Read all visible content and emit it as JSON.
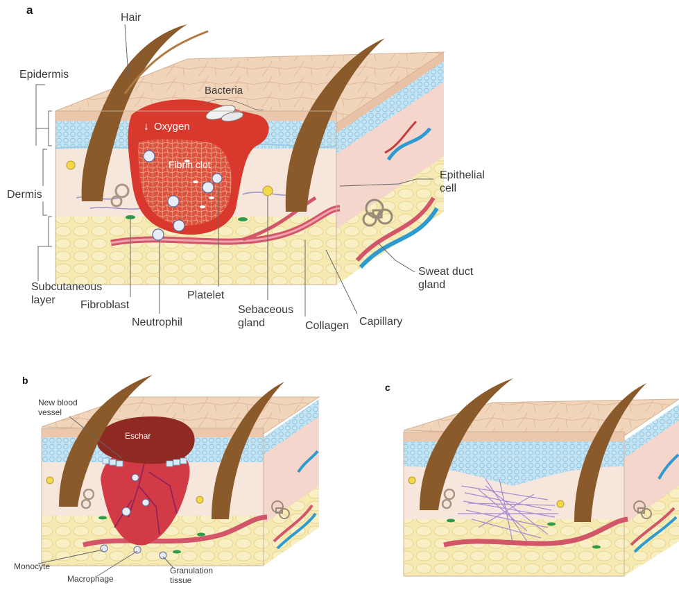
{
  "panels": {
    "a": {
      "letter": "a",
      "labels": {
        "hair": "Hair",
        "epidermis": "Epidermis",
        "bacteria": "Bacteria",
        "oxygen": "Oxygen",
        "oxygen_arrow": "↓",
        "fibrin_clot": "Fibrin clot",
        "dermis": "Dermis",
        "epithelial_cell_1": "Epithelial",
        "epithelial_cell_2": "cell",
        "subcutaneous_1": "Subcutaneous",
        "subcutaneous_2": "layer",
        "fibroblast": "Fibroblast",
        "platelet": "Platelet",
        "neutrophil": "Neutrophil",
        "sebaceous_1": "Sebaceous",
        "sebaceous_2": "gland",
        "collagen": "Collagen",
        "capillary": "Capillary",
        "sweat_1": "Sweat duct",
        "sweat_2": "gland"
      }
    },
    "b": {
      "letter": "b",
      "labels": {
        "new_vessel_1": "New blood",
        "new_vessel_2": "vessel",
        "eschar": "Eschar",
        "monocyte": "Monocyte",
        "macrophage": "Macrophage",
        "granulation_1": "Granulation",
        "granulation_2": "tissue"
      }
    },
    "c": {
      "letter": "c"
    }
  },
  "colors": {
    "skin_top": "#f1d3b8",
    "epidermis_blue": "#bfe0f0",
    "dermis": "#f3dccd",
    "fat": "#f3e6a6",
    "hair": "#8a5a2b",
    "clot": "#d8392c",
    "eschar": "#8e2a22",
    "vessel_red": "#d2566a",
    "vessel_blue": "#2d9ad0",
    "scar": "#b59ad8"
  }
}
